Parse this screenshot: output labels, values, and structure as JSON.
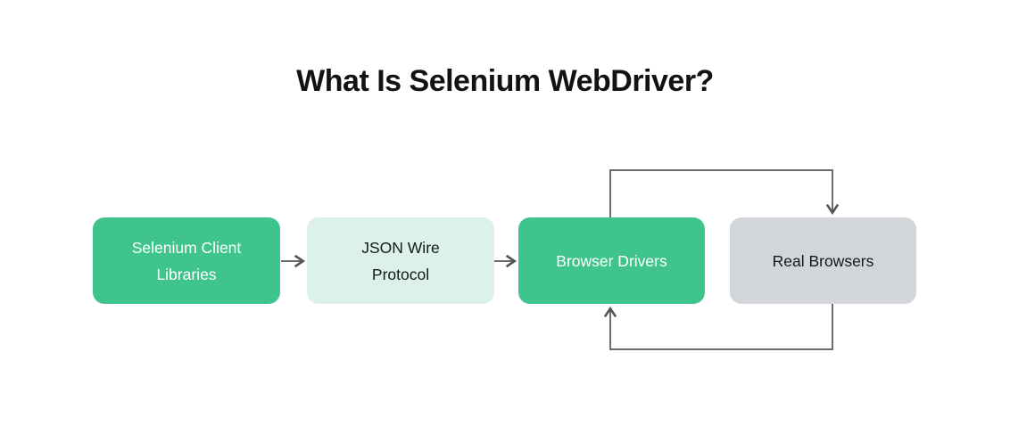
{
  "page": {
    "background": "#ffffff",
    "line_color": "#555555"
  },
  "title": "What Is Selenium WebDriver?",
  "diagram": {
    "boxes": [
      {
        "id": "selenium-client-libraries",
        "label": "Selenium Client\nLibraries",
        "bg": "#3FC48C",
        "text_color": "#FFFFFF"
      },
      {
        "id": "json-wire-protocol",
        "label": "JSON Wire\nProtocol",
        "bg": "#DCF1E8",
        "text_color": "#15181B"
      },
      {
        "id": "browser-drivers",
        "label": "Browser Drivers",
        "bg": "#3FC48C",
        "text_color": "#FFFFFF"
      },
      {
        "id": "real-browsers",
        "label": "Real Browsers",
        "bg": "#D2D6DB",
        "text_color": "#15181B"
      }
    ],
    "connectors": [
      {
        "from": "selenium-client-libraries",
        "to": "json-wire-protocol",
        "style": "straight-right-arrow"
      },
      {
        "from": "json-wire-protocol",
        "to": "browser-drivers",
        "style": "straight-right-arrow"
      },
      {
        "from": "browser-drivers",
        "to": "real-browsers",
        "style": "top-loop-arrow-down"
      },
      {
        "from": "real-browsers",
        "to": "browser-drivers",
        "style": "bottom-loop-arrow-up"
      }
    ]
  }
}
